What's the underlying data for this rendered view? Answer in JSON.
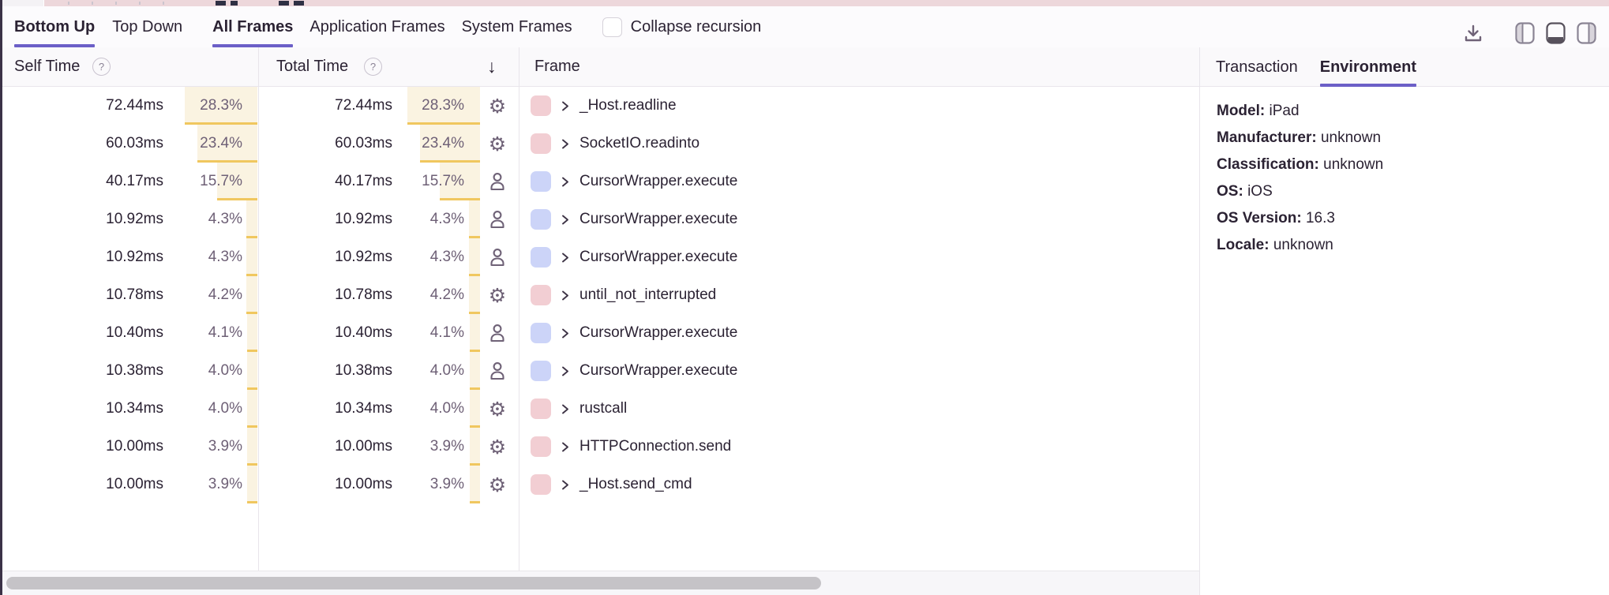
{
  "colors": {
    "accent_purple": "#6C5FC7",
    "bar_fill": "#FAF3E1",
    "bar_underline": "#F0C75F",
    "chip_system_pink": "#F2CED3",
    "chip_application_blue": "#CCD4F8",
    "minimap_pink": "#EDD7DB"
  },
  "toolbar": {
    "view_tabs": [
      {
        "label": "Bottom Up",
        "active": true
      },
      {
        "label": "Top Down",
        "active": false
      }
    ],
    "frame_tabs": [
      {
        "label": "All Frames",
        "active": true
      },
      {
        "label": "Application Frames",
        "active": false
      },
      {
        "label": "System Frames",
        "active": false
      }
    ],
    "collapse_recursion": {
      "label": "Collapse recursion",
      "checked": false
    },
    "icons": [
      "download-icon",
      "panel-left-icon",
      "panel-bottom-icon",
      "panel-right-icon"
    ]
  },
  "table": {
    "headers": {
      "self": "Self Time",
      "total": "Total Time",
      "frame": "Frame",
      "help_icon": "?",
      "sort_icon": "↓"
    },
    "rows": [
      {
        "self_time": "72.44ms",
        "self_pct": "28.3%",
        "total_time": "72.44ms",
        "total_pct": "28.3%",
        "pct": 28.3,
        "icon": "gear",
        "chip": "system",
        "frame": "_Host.readline"
      },
      {
        "self_time": "60.03ms",
        "self_pct": "23.4%",
        "total_time": "60.03ms",
        "total_pct": "23.4%",
        "pct": 23.4,
        "icon": "gear",
        "chip": "system",
        "frame": "SocketIO.readinto"
      },
      {
        "self_time": "40.17ms",
        "self_pct": "15.7%",
        "total_time": "40.17ms",
        "total_pct": "15.7%",
        "pct": 15.7,
        "icon": "person",
        "chip": "application",
        "frame": "CursorWrapper.execute"
      },
      {
        "self_time": "10.92ms",
        "self_pct": "4.3%",
        "total_time": "10.92ms",
        "total_pct": "4.3%",
        "pct": 4.3,
        "icon": "person",
        "chip": "application",
        "frame": "CursorWrapper.execute"
      },
      {
        "self_time": "10.92ms",
        "self_pct": "4.3%",
        "total_time": "10.92ms",
        "total_pct": "4.3%",
        "pct": 4.3,
        "icon": "person",
        "chip": "application",
        "frame": "CursorWrapper.execute"
      },
      {
        "self_time": "10.78ms",
        "self_pct": "4.2%",
        "total_time": "10.78ms",
        "total_pct": "4.2%",
        "pct": 4.2,
        "icon": "gear",
        "chip": "system",
        "frame": "until_not_interrupted"
      },
      {
        "self_time": "10.40ms",
        "self_pct": "4.1%",
        "total_time": "10.40ms",
        "total_pct": "4.1%",
        "pct": 4.1,
        "icon": "person",
        "chip": "application",
        "frame": "CursorWrapper.execute"
      },
      {
        "self_time": "10.38ms",
        "self_pct": "4.0%",
        "total_time": "10.38ms",
        "total_pct": "4.0%",
        "pct": 4.0,
        "icon": "person",
        "chip": "application",
        "frame": "CursorWrapper.execute"
      },
      {
        "self_time": "10.34ms",
        "self_pct": "4.0%",
        "total_time": "10.34ms",
        "total_pct": "4.0%",
        "pct": 4.0,
        "icon": "gear",
        "chip": "system",
        "frame": "rustcall"
      },
      {
        "self_time": "10.00ms",
        "self_pct": "3.9%",
        "total_time": "10.00ms",
        "total_pct": "3.9%",
        "pct": 3.9,
        "icon": "gear",
        "chip": "system",
        "frame": "HTTPConnection.send"
      },
      {
        "self_time": "10.00ms",
        "self_pct": "3.9%",
        "total_time": "10.00ms",
        "total_pct": "3.9%",
        "pct": 3.9,
        "icon": "gear",
        "chip": "system",
        "frame": "_Host.send_cmd"
      }
    ]
  },
  "details": {
    "tabs": [
      {
        "label": "Transaction",
        "active": false
      },
      {
        "label": "Environment",
        "active": true
      }
    ],
    "fields": [
      {
        "label": "Model:",
        "value": "iPad"
      },
      {
        "label": "Manufacturer:",
        "value": "unknown"
      },
      {
        "label": "Classification:",
        "value": "unknown"
      },
      {
        "label": "OS:",
        "value": "iOS"
      },
      {
        "label": "OS Version:",
        "value": "16.3"
      },
      {
        "label": "Locale:",
        "value": "unknown"
      }
    ]
  }
}
